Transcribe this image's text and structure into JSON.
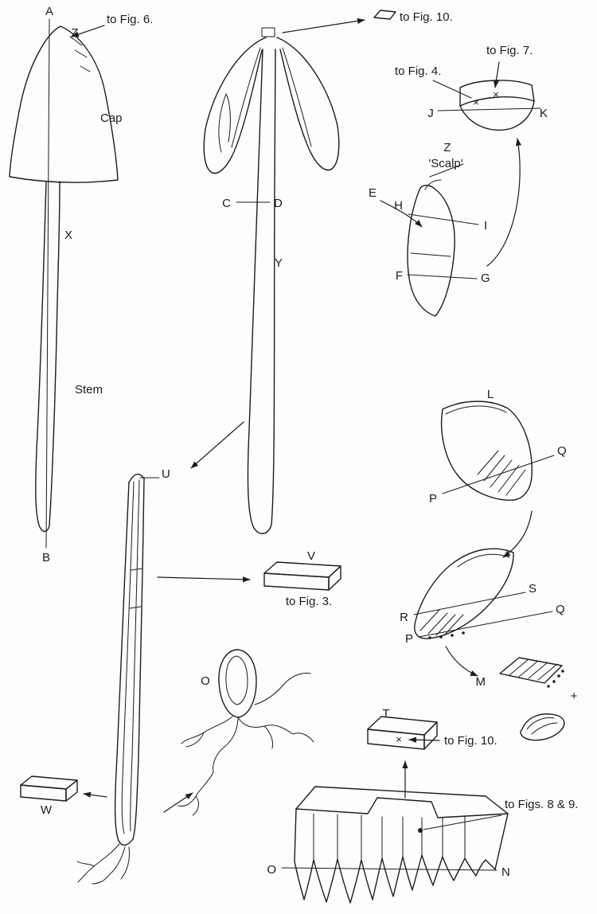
{
  "figure": {
    "parts": {
      "cap": "Cap",
      "stem": "Stem",
      "scalp": "'Scalp'"
    },
    "letters": {
      "a": "A",
      "b": "B",
      "c": "C",
      "d": "D",
      "e": "E",
      "f": "F",
      "g": "G",
      "h": "H",
      "i": "I",
      "j": "J",
      "k": "K",
      "l": "L",
      "m": "M",
      "n": "N",
      "o_button": "O",
      "o_base": "O",
      "p_upper": "P",
      "p_lower": "P",
      "q_upper": "Q",
      "q_lower": "Q",
      "r": "R",
      "s": "S",
      "t": "T",
      "u": "U",
      "v": "V",
      "w": "W",
      "x": "X",
      "y": "Y",
      "z_left": "Z",
      "z_right": "Z"
    },
    "refs": {
      "fig3": "to Fig. 3.",
      "fig4": "to Fig. 4.",
      "fig6": "to Fig. 6.",
      "fig7": "to Fig. 7.",
      "fig10_top": "to Fig. 10.",
      "fig10_bottom": "to Fig. 10.",
      "figs8_9": "to Figs. 8 & 9."
    },
    "marks": {
      "plus": "+",
      "cross": "×"
    }
  }
}
